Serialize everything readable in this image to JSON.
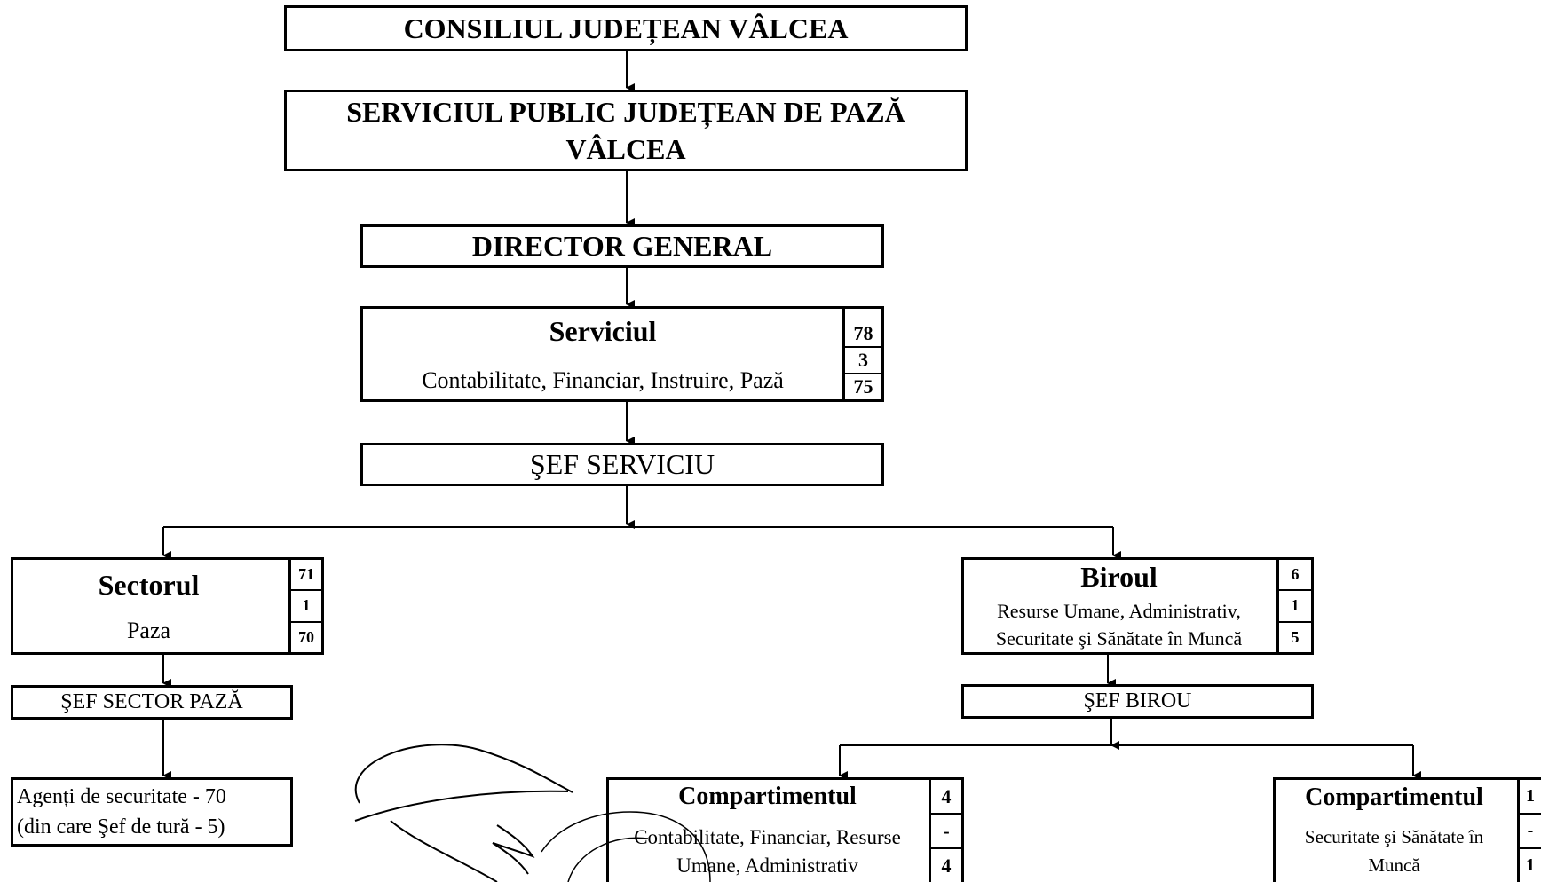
{
  "council": "CONSILIUL JUDEȚEAN VÂLCEA",
  "service_public": {
    "line1": "SERVICIUL PUBLIC JUDEȚEAN DE PAZĂ",
    "line2": "VÂLCEA"
  },
  "director": "DIRECTOR GENERAL",
  "serviciul": {
    "title": "Serviciul",
    "subtitle": "Contabilitate, Financiar, Instruire, Pază",
    "nums": [
      "78",
      "3",
      "75"
    ]
  },
  "sef_serviciu": "ŞEF SERVICIU",
  "sectorul": {
    "title": "Sectorul",
    "subtitle": "Paza",
    "nums": [
      "71",
      "1",
      "70"
    ]
  },
  "sef_sector": "ŞEF SECTOR PAZĂ",
  "agenti": {
    "line1": "Agenți de securitate - 70",
    "line2": "(din  care Şef de tură - 5)"
  },
  "biroul": {
    "title": "Biroul",
    "line1": "Resurse Umane, Administrativ,",
    "line2": "Securitate şi Sănătate în Muncă",
    "nums": [
      "6",
      "1",
      "5"
    ]
  },
  "sef_birou": "ŞEF BIROU",
  "comp1": {
    "title": "Compartimentul",
    "line1": "Contabilitate, Financiar, Resurse",
    "line2": "Umane, Administrativ",
    "nums": [
      "4",
      "-",
      "4"
    ]
  },
  "comp2": {
    "title": "Compartimentul",
    "line1": "Securitate şi Sănătate în",
    "line2": "Muncă",
    "nums": [
      "1",
      "-",
      "1"
    ]
  }
}
